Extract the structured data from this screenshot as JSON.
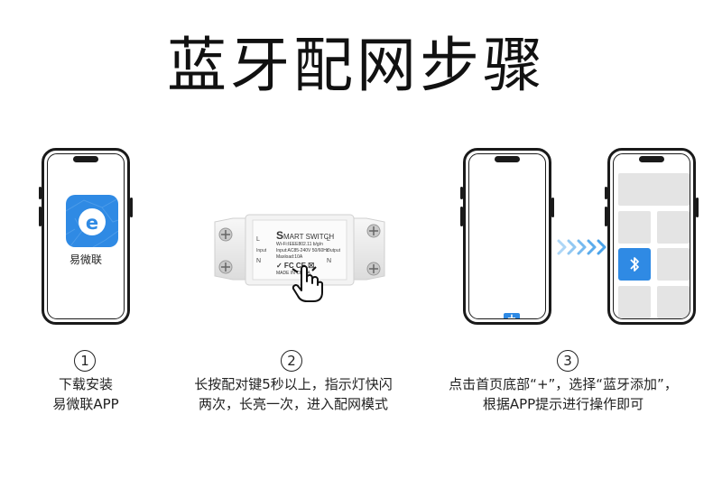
{
  "title": "蓝牙配网步骤",
  "colors": {
    "accent": "#2f8ae4",
    "arrow": "#4aa3ea",
    "tile": "#e4e4e4"
  },
  "step1": {
    "number": "1",
    "app_name": "易微联",
    "app_icon": "ewelink-e-icon",
    "caption_line1": "下载安装",
    "caption_line2": "易微联APP"
  },
  "step2": {
    "number": "2",
    "device": {
      "brand_letter": "S",
      "name": "MART SWITCH",
      "spec1": "Wi-Fi:IEEE802.11 b/g/n",
      "spec2": "Input:AC85-240V 50/60Hz",
      "spec3": "Maxload:10A",
      "made_in": "MADE IN CHINA",
      "left_label_top": "L",
      "left_label_mid": "Input",
      "left_label_bot": "N",
      "right_label_top": "L",
      "right_label_mid": "Output",
      "right_label_bot": "N"
    },
    "caption_line1": "长按配对键5秒以上，指示灯快闪",
    "caption_line2": "两次，长亮一次，进入配网模式"
  },
  "step3": {
    "number": "3",
    "plus_label": "+",
    "caption_line1": "点击首页底部“+”，选择“蓝牙添加”，",
    "caption_line2": "根据APP提示进行操作即可"
  }
}
